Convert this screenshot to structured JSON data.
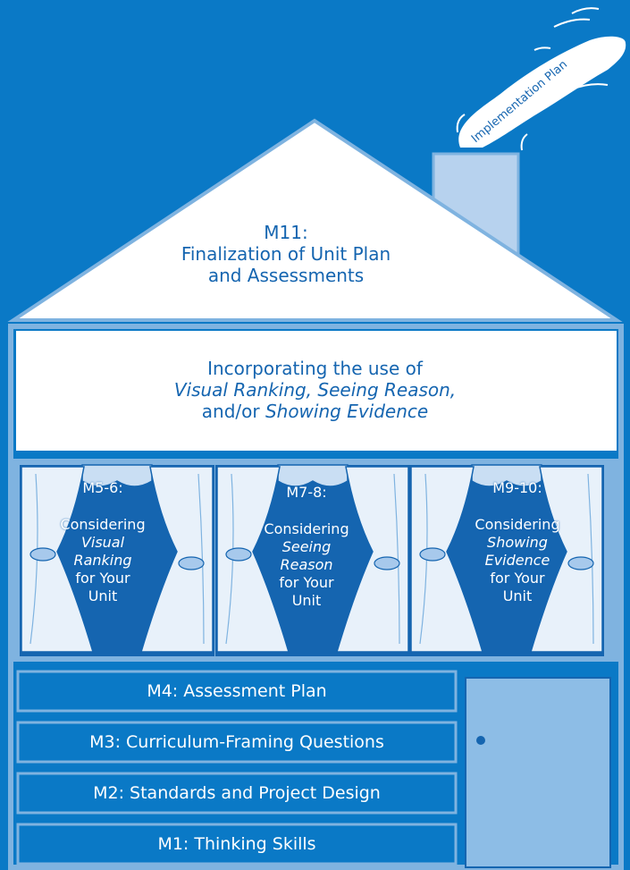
{
  "smoke": {
    "label": "Implementation Plan"
  },
  "roof": {
    "line1": "M11:",
    "line2": "Finalization of Unit Plan",
    "line3": "and Assessments"
  },
  "band": {
    "line1": "Incorporating the use of",
    "line2": "Visual Ranking, Seeing Reason,",
    "line3_prefix": "and/or ",
    "line3_italic": "Showing Evidence"
  },
  "windows": [
    {
      "code": "M5-6:",
      "line1": "Considering",
      "line2": "Visual",
      "line3": "Ranking",
      "line4": "for Your",
      "line5": "Unit"
    },
    {
      "code": "M7-8:",
      "line1": "Considering",
      "line2": "Seeing",
      "line3": "Reason",
      "line4": "for Your",
      "line5": "Unit"
    },
    {
      "code": "M9-10:",
      "line1": "Considering",
      "line2": "Showing",
      "line3": "Evidence",
      "line4": "for Your",
      "line5": "Unit"
    }
  ],
  "floors": [
    {
      "label": "M4: Assessment Plan"
    },
    {
      "label": "M3: Curriculum-Framing Questions"
    },
    {
      "label": "M2: Standards and Project Design"
    },
    {
      "label": "M1: Thinking Skills"
    }
  ],
  "colors": {
    "background": "#0a79c6",
    "house_outline": "#7fb3e0",
    "window_bg": "#d7e7f7",
    "text_blue": "#1565b0"
  }
}
